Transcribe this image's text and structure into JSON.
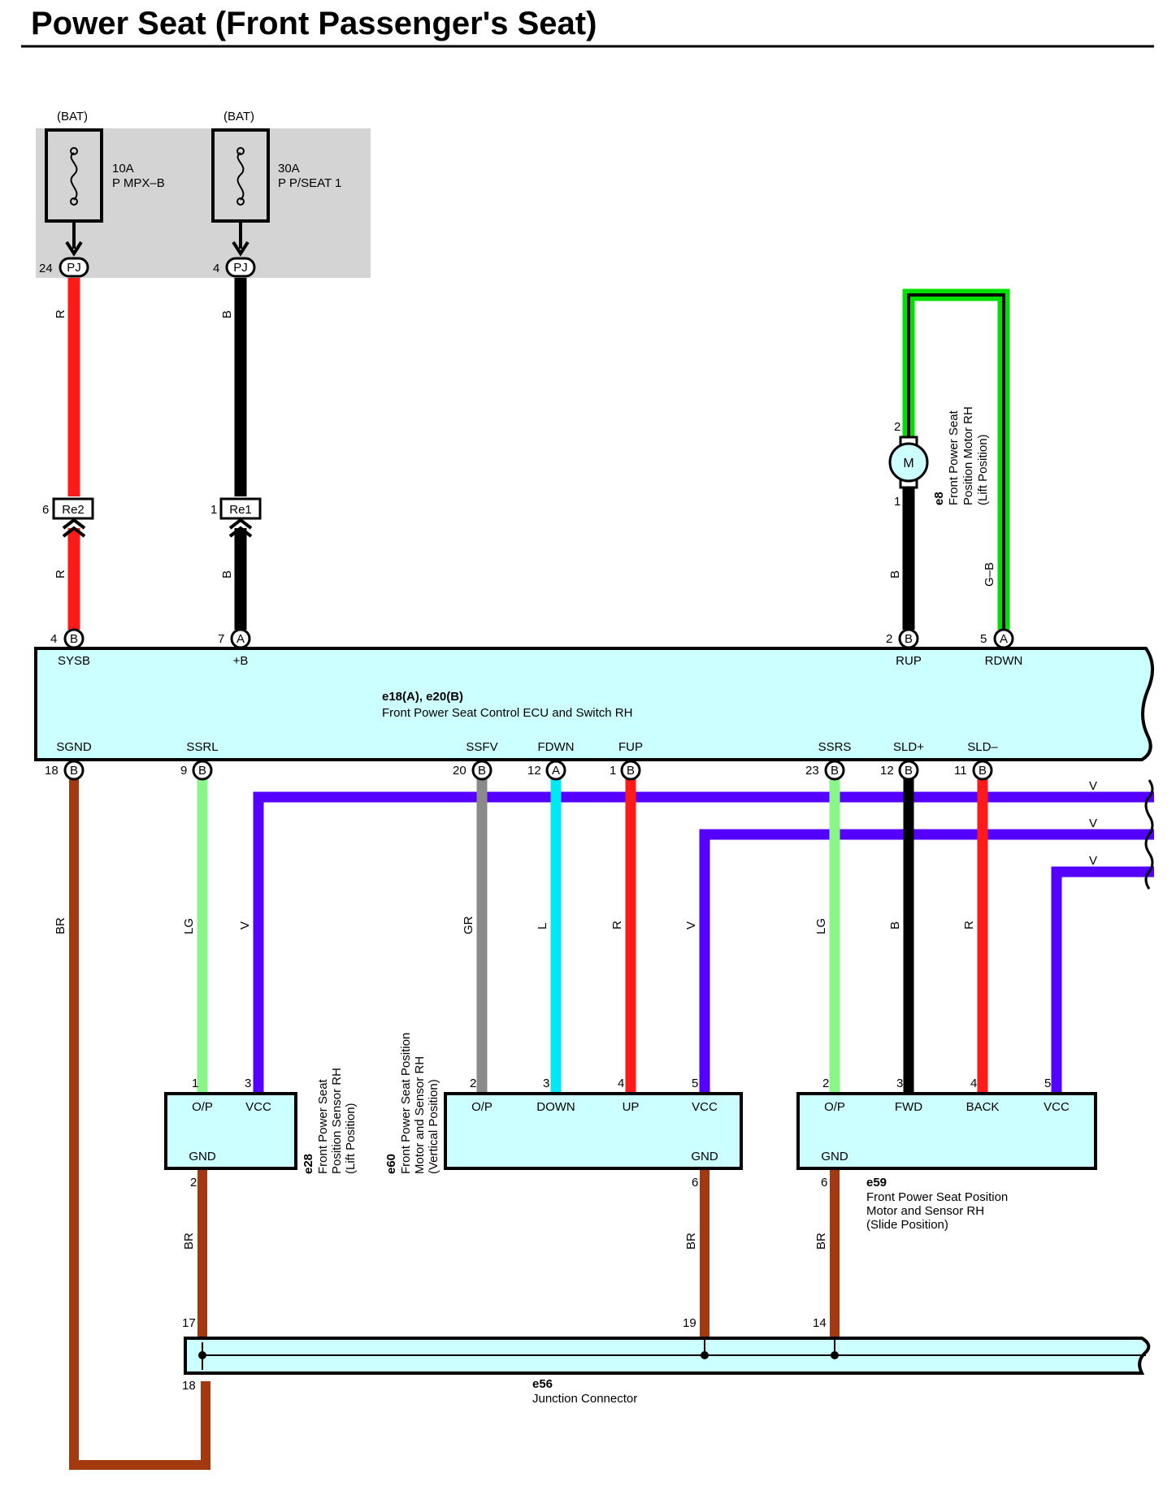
{
  "title": "Power Seat (Front Passenger's Seat)",
  "colors": {
    "R": "#ff1a1a",
    "B": "#000000",
    "G": "#00e000",
    "LG": "#88f788",
    "V": "#5500ff",
    "GR": "#8a8a8a",
    "L": "#00e8f4",
    "BR": "#a33a0f",
    "module": "#ccffff",
    "fuse_box": "#d4d4d4"
  },
  "fuses": [
    {
      "bat": "(BAT)",
      "rating": "10A",
      "name": "P MPX–B",
      "pin": "24",
      "conn": "PJ"
    },
    {
      "bat": "(BAT)",
      "rating": "30A",
      "name": "P P/SEAT 1",
      "pin": "4",
      "conn": "PJ"
    }
  ],
  "junctions": [
    {
      "pin": "6",
      "conn": "Re2"
    },
    {
      "pin": "1",
      "conn": "Re1"
    }
  ],
  "ecu": {
    "id": "e18(A), e20(B)",
    "name": "Front Power Seat Control ECU and Switch RH",
    "top_pins": [
      {
        "num": "4",
        "conn": "B",
        "label": "SYSB"
      },
      {
        "num": "7",
        "conn": "A",
        "label": "+B"
      },
      {
        "num": "2",
        "conn": "B",
        "label": "RUP"
      },
      {
        "num": "5",
        "conn": "A",
        "label": "RDWN"
      }
    ],
    "bottom_pins": [
      {
        "num": "18",
        "conn": "B",
        "label": "SGND"
      },
      {
        "num": "9",
        "conn": "B",
        "label": "SSRL"
      },
      {
        "num": "20",
        "conn": "B",
        "label": "SSFV"
      },
      {
        "num": "12",
        "conn": "A",
        "label": "FDWN"
      },
      {
        "num": "1",
        "conn": "B",
        "label": "FUP"
      },
      {
        "num": "23",
        "conn": "B",
        "label": "SSRS"
      },
      {
        "num": "12",
        "conn": "B",
        "label": "SLD+"
      },
      {
        "num": "11",
        "conn": "B",
        "label": "SLD–"
      }
    ]
  },
  "motor_e8": {
    "id": "e8",
    "name1": "Front Power Seat",
    "name2": "Position Motor RH",
    "name3": "(Lift Position)",
    "symbol": "M",
    "pin_top": "2",
    "pin_bottom": "1"
  },
  "wire_codes": {
    "R": "R",
    "B": "B",
    "GB": "G–B",
    "BR": "BR",
    "LG": "LG",
    "V": "V",
    "GR": "GR",
    "L": "L"
  },
  "sensor_e28": {
    "id": "e28",
    "name1": "Front Power Seat",
    "name2": "Position Sensor RH",
    "name3": "(Lift Position)",
    "pins": [
      {
        "num": "1",
        "label": "O/P"
      },
      {
        "num": "3",
        "label": "VCC"
      },
      {
        "num": "2",
        "label": "GND"
      }
    ]
  },
  "sensor_e60": {
    "id": "e60",
    "name1": "Front Power Seat Position",
    "name2": "Motor and Sensor RH",
    "name3": "(Vertical Position)",
    "pins": [
      {
        "num": "2",
        "label": "O/P"
      },
      {
        "num": "3",
        "label": "DOWN"
      },
      {
        "num": "4",
        "label": "UP"
      },
      {
        "num": "5",
        "label": "VCC"
      },
      {
        "num": "6",
        "label": "GND"
      }
    ]
  },
  "sensor_e59": {
    "id": "e59",
    "name1": "Front Power Seat Position",
    "name2": "Motor and Sensor RH",
    "name3": "(Slide Position)",
    "pins": [
      {
        "num": "2",
        "label": "O/P"
      },
      {
        "num": "3",
        "label": "FWD"
      },
      {
        "num": "4",
        "label": "BACK"
      },
      {
        "num": "5",
        "label": "VCC"
      },
      {
        "num": "6",
        "label": "GND"
      }
    ]
  },
  "junction_e56": {
    "id": "e56",
    "name": "Junction Connector",
    "pins": [
      "17",
      "18",
      "19",
      "14"
    ]
  }
}
